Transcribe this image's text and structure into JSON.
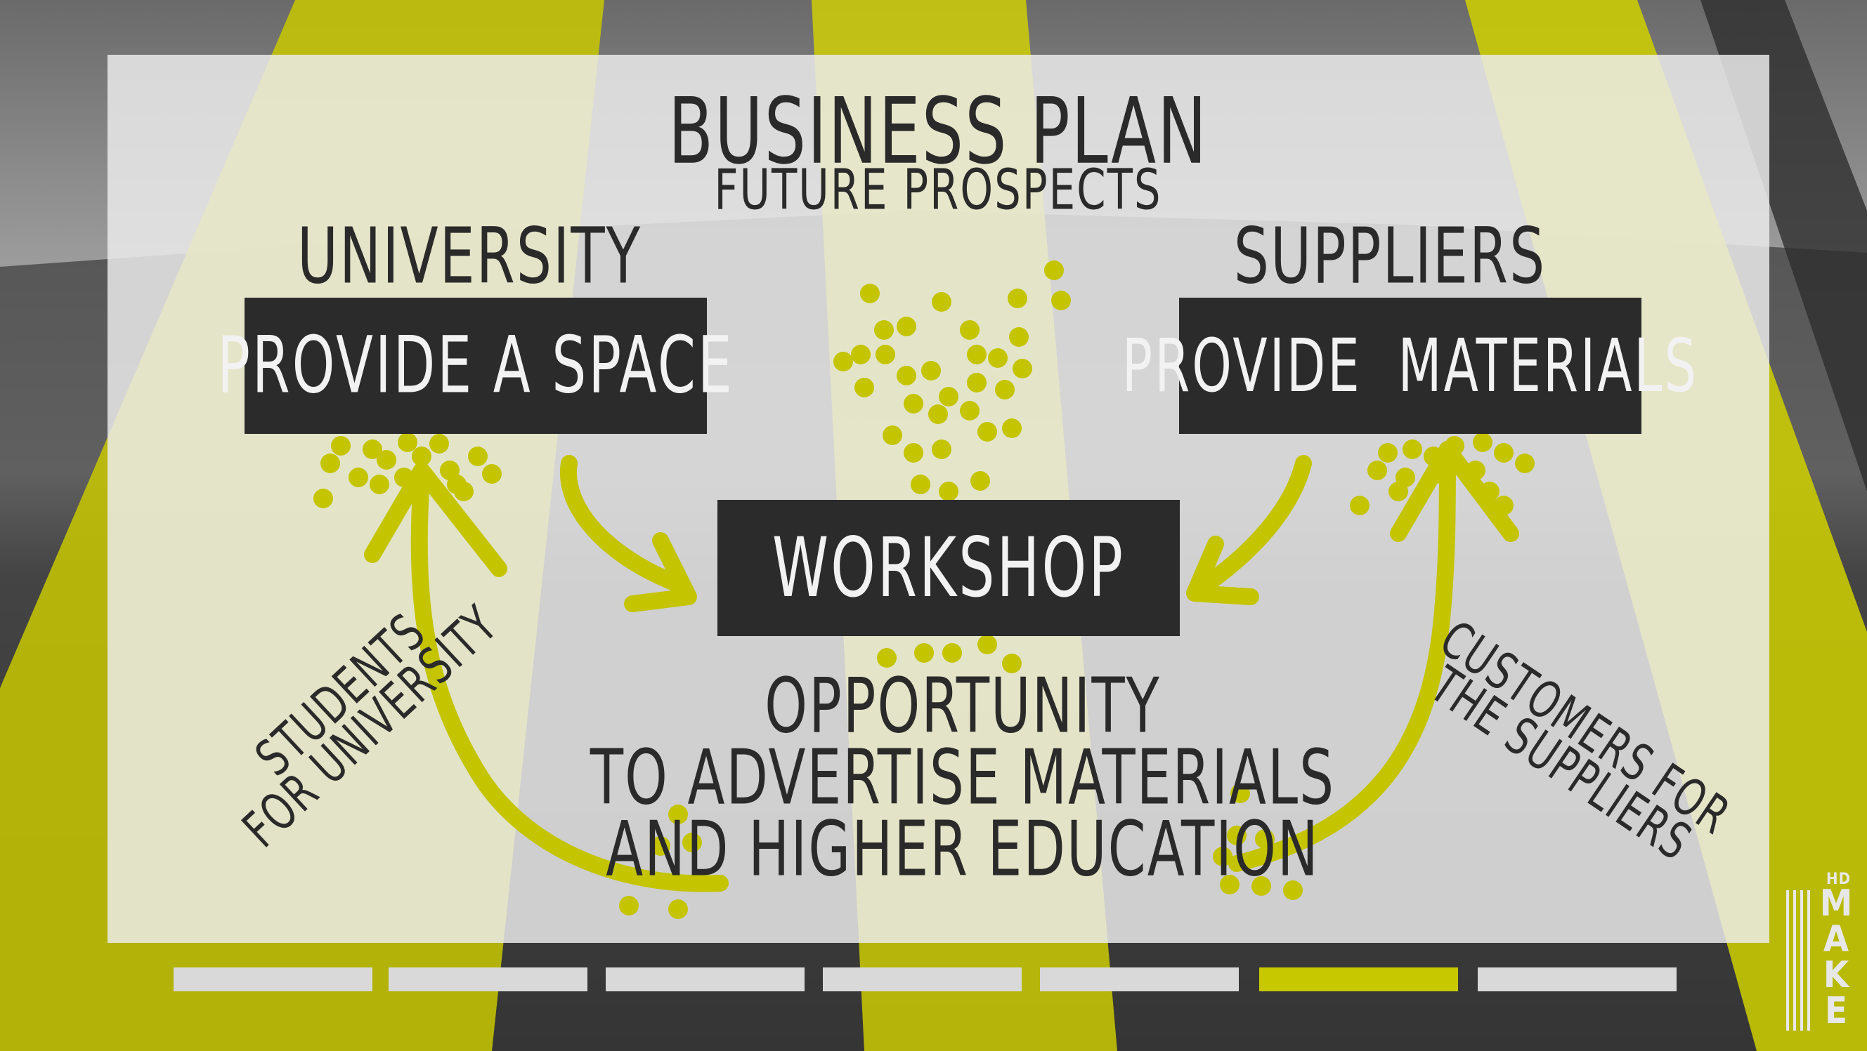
{
  "colors": {
    "accent": "#c8c800",
    "box": "#2b2b2b",
    "text": "#2a2a2a",
    "panel": "#ececec"
  },
  "diagram": {
    "title": "BUSINESS PLAN",
    "subtitle": "FUTURE PROSPECTS",
    "university_label": "UNIVERSITY",
    "suppliers_label": "SUPPLIERS",
    "provide_space": "PROVIDE A SPACE",
    "provide_materials": "PROVIDE  MATERIALS",
    "workshop": "WORKSHOP",
    "opportunity": [
      "OPPORTUNITY",
      "TO ADVERTISE MATERIALS",
      "AND HIGHER EDUCATION"
    ],
    "students": [
      "STUDENTS",
      "FOR UNIVERSITY"
    ],
    "customers": [
      "CUSTOMERS FOR",
      "THE SUPPLIERS"
    ]
  },
  "progress": {
    "total": 7,
    "active_index": 5
  },
  "logo": {
    "hd": "HD",
    "make": [
      "M",
      "A",
      "K",
      "E"
    ]
  }
}
